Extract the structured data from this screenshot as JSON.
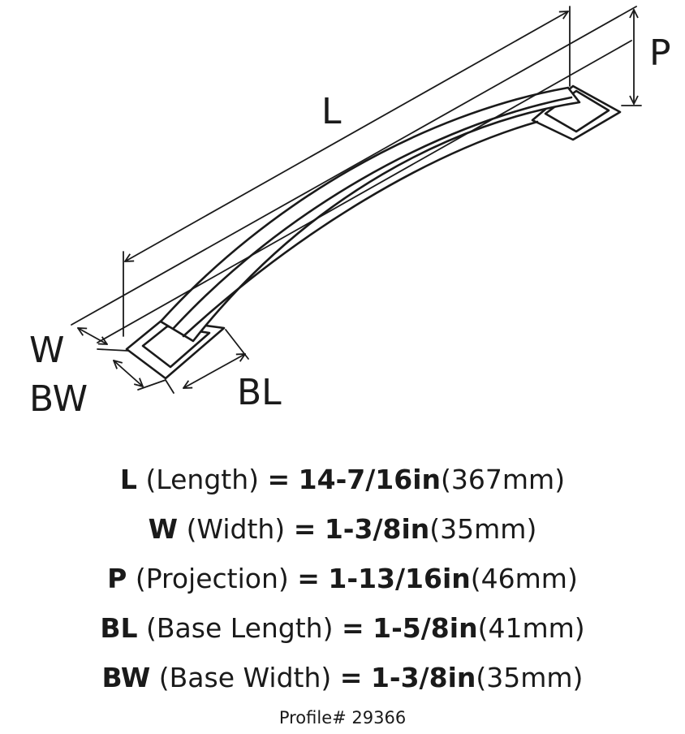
{
  "diagram": {
    "labels": {
      "length": "L",
      "projection": "P",
      "width": "W",
      "base_width": "BW",
      "base_length": "BL"
    },
    "line_color": "#1a1a1a"
  },
  "specs": [
    {
      "code": "L",
      "name": "(Length)",
      "eq": "=",
      "imperial": "14-7/16in",
      "metric": "(367mm)"
    },
    {
      "code": "W",
      "name": "(Width)",
      "eq": "=",
      "imperial": "1-3/8in",
      "metric": "(35mm)"
    },
    {
      "code": "P",
      "name": "(Projection)",
      "eq": "=",
      "imperial": "1-13/16in",
      "metric": "(46mm)"
    },
    {
      "code": "BL",
      "name": "(Base Length)",
      "eq": "=",
      "imperial": "1-5/8in",
      "metric": "(41mm)"
    },
    {
      "code": "BW",
      "name": "(Base Width)",
      "eq": "=",
      "imperial": "1-3/8in",
      "metric": "(35mm)"
    }
  ],
  "profile": "Profile# 29366"
}
